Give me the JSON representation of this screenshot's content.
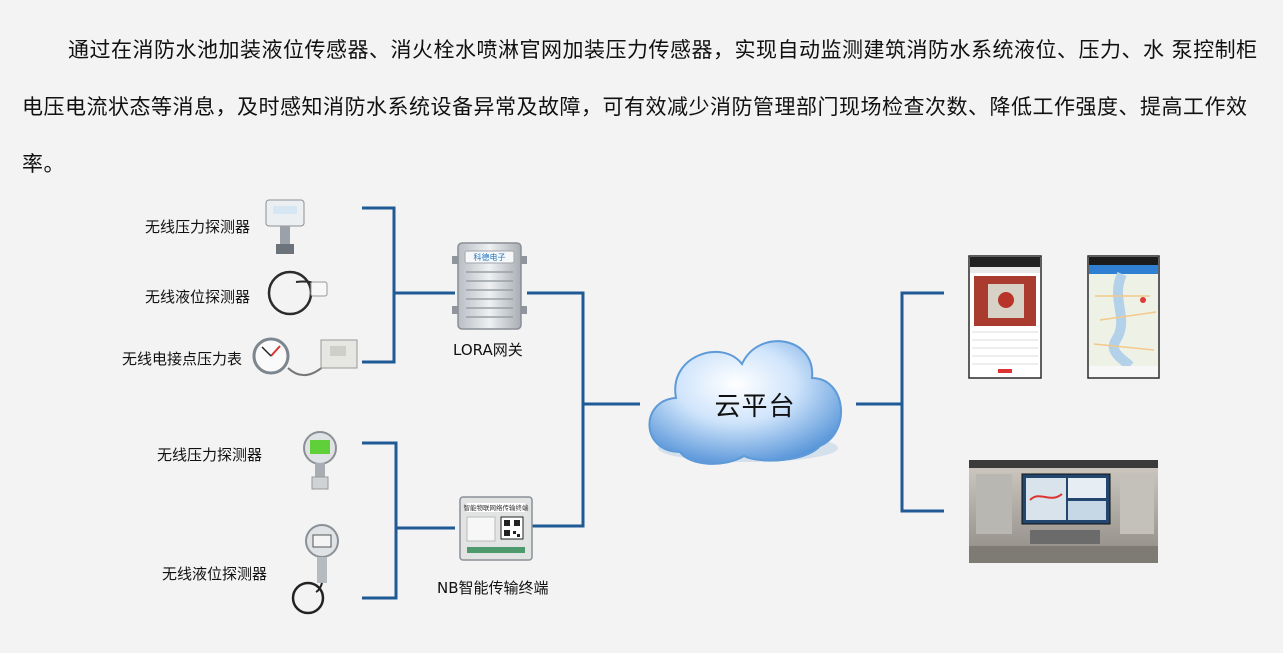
{
  "intro": "通过在消防水池加装液位传感器、消火栓水喷淋官网加装压力传感器，实现自动监测建筑消防水系统液位、压力、水 泵控制柜电压电流状态等消息，及时感知消防水系统设备异常及故障，可有效减少消防管理部门现场检查次数、降低工作强度、提高工作效率。",
  "sensors_lora": [
    {
      "label": "无线压力探测器"
    },
    {
      "label": "无线液位探测器"
    },
    {
      "label": "无线电接点压力表"
    }
  ],
  "sensors_nb": [
    {
      "label": "无线压力探测器"
    },
    {
      "label": "无线液位探测器"
    }
  ],
  "lora_gateway": {
    "label": "LORA网关",
    "badge": "科德电子"
  },
  "nb_terminal": {
    "label": "NB智能传输终端",
    "screen_title": "智能物联网络传输终端"
  },
  "cloud": {
    "label": "云平台"
  },
  "colors": {
    "connector": "#1f5a96",
    "cloud": "#7fb4e8"
  }
}
